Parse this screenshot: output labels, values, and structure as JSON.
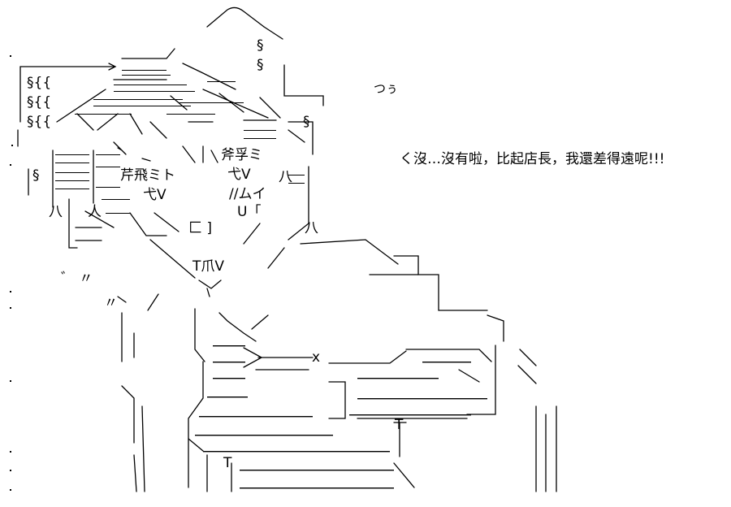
{
  "dialogue": "く沒…沒有啦，比起店長，我還差得遠呢!!!",
  "sfx": "つぅ",
  "glyphs": {
    "l1": "§{{",
    "l2": "§{{",
    "l3": "§{{",
    "section1": "§",
    "section2": "§",
    "section3": "§",
    "section4": "§",
    "left_eye_top": "芹飛ミト",
    "left_eye_bottom": "弋V",
    "right_eye_top": "斧孚ミ",
    "right_eye_mid": "弋V",
    "right_eye_bot": "//ムイ",
    "right_eye_u": "U「",
    "mouth": "T爪V",
    "bracket": "匚 ]",
    "hachi1": "八",
    "hachi2": "八",
    "hachi3": "八",
    "hachi4": "人",
    "x_mark": "x",
    "t_mark": "T",
    "t_mark2": "T",
    "quote": "゛ 〃",
    "quote2": "〃"
  },
  "colors": {
    "ink": "#000000",
    "paper": "#ffffff"
  }
}
